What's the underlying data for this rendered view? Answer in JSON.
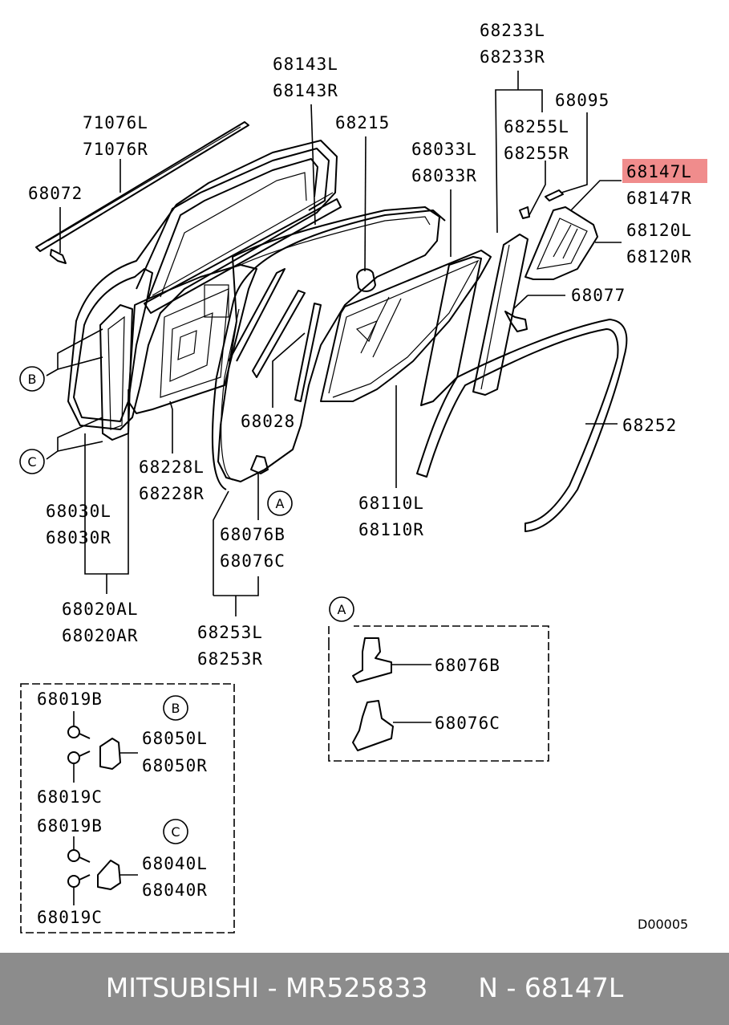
{
  "labels": {
    "l68233L": "68233L",
    "l68233R": "68233R",
    "l68143L": "68143L",
    "l68143R": "68143R",
    "l68095": "68095",
    "l68255L": "68255L",
    "l68255R": "68255R",
    "l68215": "68215",
    "l71076L": "71076L",
    "l71076R": "71076R",
    "l68033L": "68033L",
    "l68033R": "68033R",
    "l68147L": "68147L",
    "l68147R": "68147R",
    "l68072": "68072",
    "l68120L": "68120L",
    "l68120R": "68120R",
    "l68077": "68077",
    "l68252": "68252",
    "l68028": "68028",
    "l68228L": "68228L",
    "l68228R": "68228R",
    "l68030L": "68030L",
    "l68030R": "68030R",
    "l68110L": "68110L",
    "l68110R": "68110R",
    "l68076B": "68076B",
    "l68076C": "68076C",
    "l68020AL": "68020AL",
    "l68020AR": "68020AR",
    "l68253L": "68253L",
    "l68253R": "68253R",
    "dA_68076B": "68076B",
    "dA_68076C": "68076C",
    "dB_68019B": "68019B",
    "dB_68050L": "68050L",
    "dB_68050R": "68050R",
    "dB_68019C": "68019C",
    "dC_68019B": "68019B",
    "dC_68040L": "68040L",
    "dC_68040R": "68040R",
    "dC_68019C": "68019C",
    "code": "D00005"
  },
  "callouts": {
    "A": "A",
    "B": "B",
    "C": "C"
  },
  "highlight": {
    "part": "68147L",
    "color": "#f08c8c"
  },
  "footer": {
    "text": "MITSUBISHI - MR525833      N - 68147L"
  }
}
